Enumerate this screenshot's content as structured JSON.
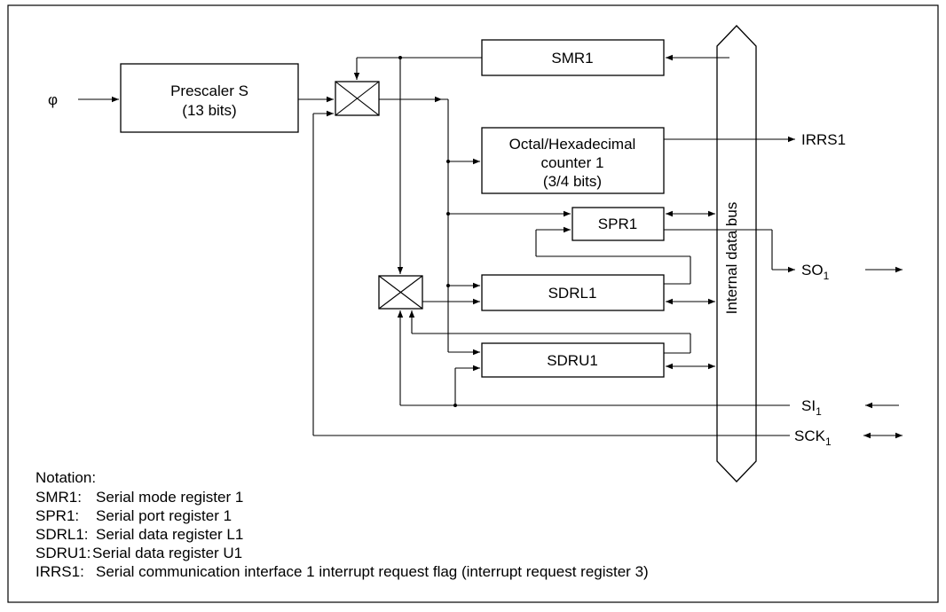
{
  "blocks": {
    "prescaler": {
      "line1": "Prescaler S",
      "line2": "(13 bits)"
    },
    "smr1": "SMR1",
    "counter": {
      "line1": "Octal/Hexadecimal",
      "line2": "counter 1",
      "line3": "(3/4 bits)"
    },
    "spr1": "SPR1",
    "sdrl1": "SDRL1",
    "sdru1": "SDRU1",
    "bus": "Internal data bus"
  },
  "signals": {
    "phi": "φ",
    "irrs1": "IRRS1",
    "so1": {
      "base": "SO",
      "sub": "1"
    },
    "si1": {
      "base": "SI",
      "sub": "1"
    },
    "sck1": {
      "base": "SCK",
      "sub": "1"
    }
  },
  "notation": {
    "heading": "Notation:",
    "items": [
      {
        "abbr": "SMR1:",
        "desc": "Serial mode register 1"
      },
      {
        "abbr": "SPR1:",
        "desc": "Serial port register 1"
      },
      {
        "abbr": "SDRL1:",
        "desc": "Serial data register L1"
      },
      {
        "abbr": "SDRU1:",
        "desc": "Serial data register U1"
      },
      {
        "abbr": "IRRS1:",
        "desc": "Serial communication interface 1 interrupt request flag (interrupt request register 3)"
      }
    ]
  }
}
